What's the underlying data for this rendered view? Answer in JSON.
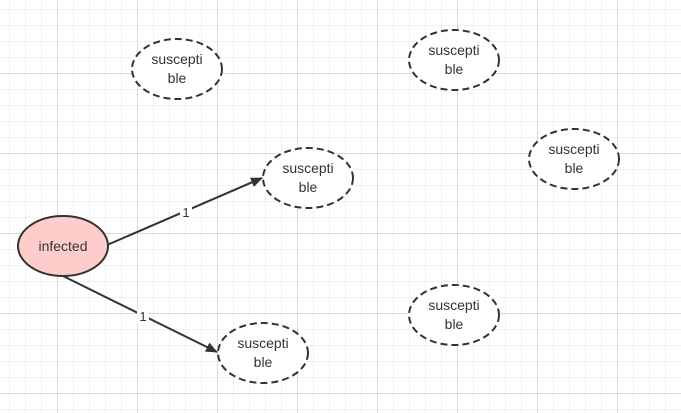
{
  "diagram": {
    "colors": {
      "infected_fill": "#ffcccc",
      "infected_stroke": "#333333",
      "susceptible_fill": "#ffffff",
      "susceptible_stroke": "#333333",
      "edge": "#333333",
      "grid": "#d9d9d9"
    },
    "nodes": [
      {
        "id": "infected",
        "lines": [
          "infected"
        ]
      },
      {
        "id": "s1",
        "lines": [
          "suscepti",
          "ble"
        ]
      },
      {
        "id": "s2",
        "lines": [
          "suscepti",
          "ble"
        ]
      },
      {
        "id": "s3",
        "lines": [
          "suscepti",
          "ble"
        ]
      },
      {
        "id": "s4",
        "lines": [
          "suscepti",
          "ble"
        ]
      },
      {
        "id": "s5",
        "lines": [
          "suscepti",
          "ble"
        ]
      },
      {
        "id": "s6",
        "lines": [
          "suscepti",
          "ble"
        ]
      }
    ],
    "edges": [
      {
        "from": "infected",
        "to": "s3",
        "label": "1"
      },
      {
        "from": "infected",
        "to": "s6",
        "label": "1"
      }
    ]
  }
}
